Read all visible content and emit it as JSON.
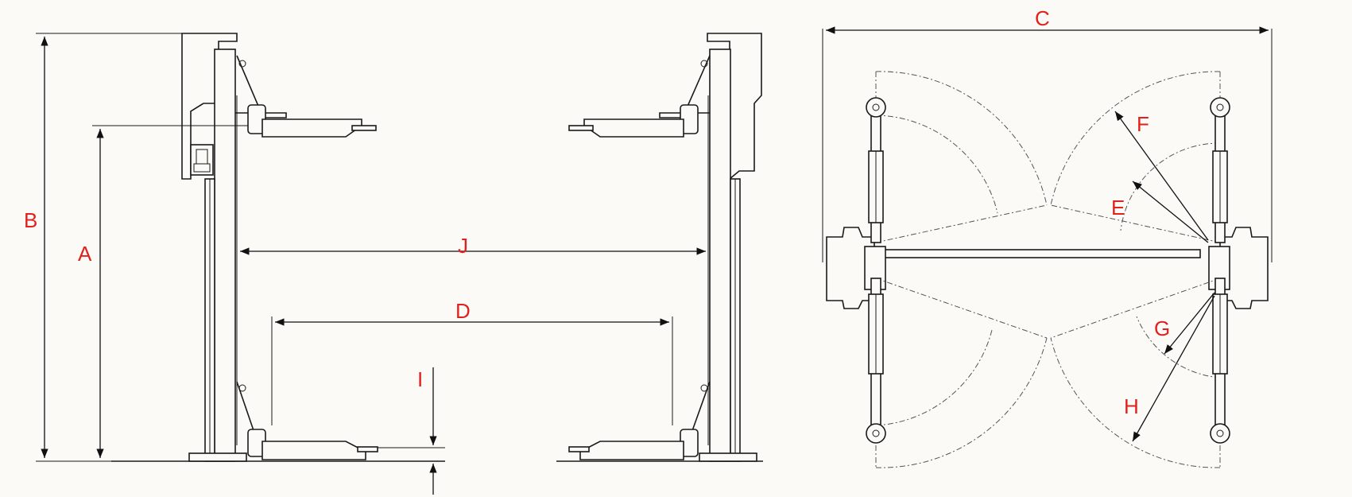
{
  "labels": {
    "A": "A",
    "B": "B",
    "C": "C",
    "D": "D",
    "E": "E",
    "F": "F",
    "G": "G",
    "H": "H",
    "I": "I",
    "J": "J"
  },
  "colors": {
    "label": "#e0221e",
    "line": "#1a1a1a",
    "background": "#fbfaf7"
  }
}
